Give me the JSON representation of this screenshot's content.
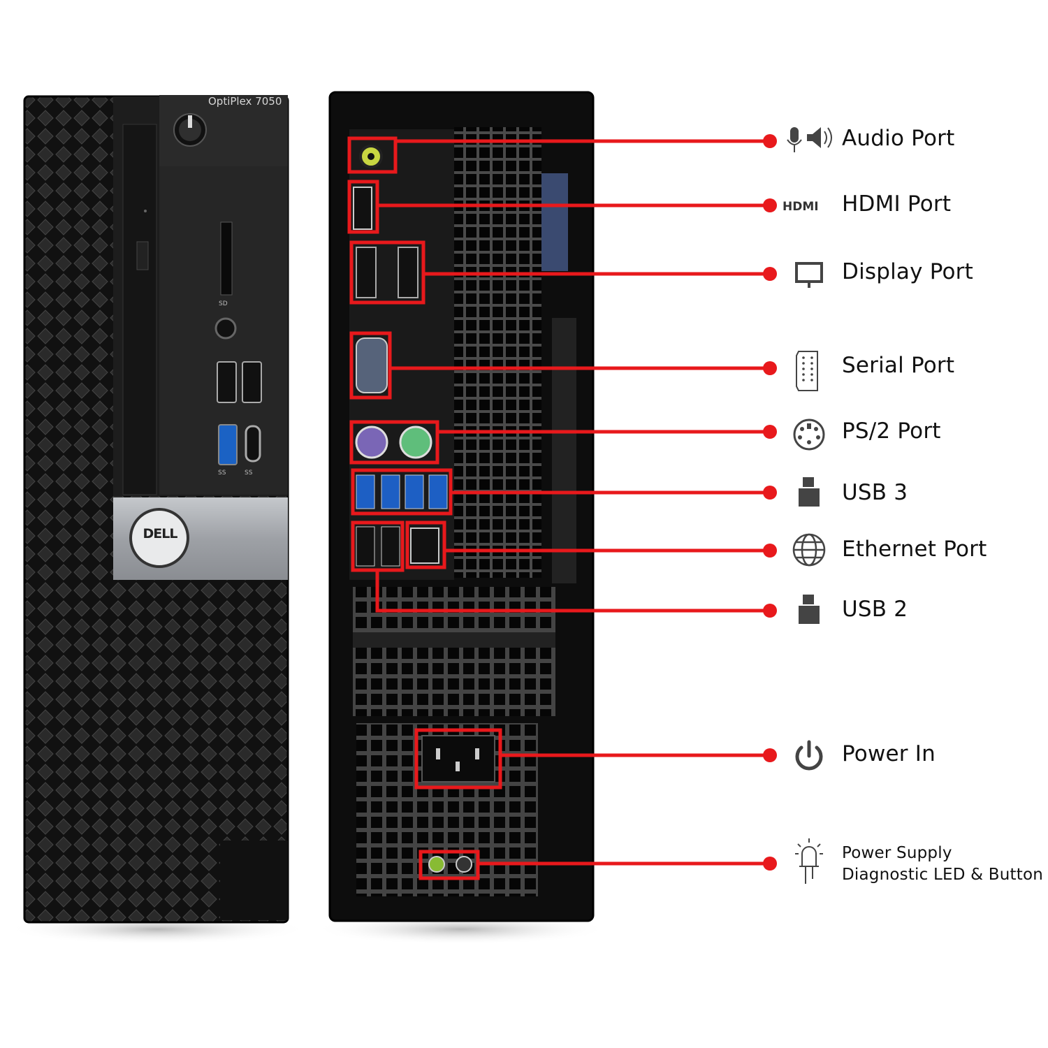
{
  "product": {
    "model": "OptiPlex 7050",
    "brand_logo": "DELL",
    "front_labels": {
      "sd": "SD",
      "port_labels": [
        "SS",
        "SS"
      ]
    }
  },
  "colors": {
    "accent": "#e8191c",
    "chassis": "#1a1a1a",
    "logo_panel": "#a9acb1"
  },
  "callouts": [
    {
      "id": "audio",
      "label": "Audio Port",
      "icon": "mic-speaker-icon"
    },
    {
      "id": "hdmi",
      "label": "HDMI Port",
      "icon": "hdmi-logo-icon",
      "icon_text": "HDMI"
    },
    {
      "id": "display",
      "label": "Display Port",
      "icon": "monitor-icon"
    },
    {
      "id": "serial",
      "label": "Serial Port",
      "icon": "serial-port-icon"
    },
    {
      "id": "ps2",
      "label": "PS/2 Port",
      "icon": "ps2-port-icon"
    },
    {
      "id": "usb3",
      "label": "USB 3",
      "icon": "usb-stick-icon"
    },
    {
      "id": "ethernet",
      "label": "Ethernet Port",
      "icon": "globe-icon"
    },
    {
      "id": "usb2",
      "label": "USB 2",
      "icon": "usb-stick-icon"
    },
    {
      "id": "power",
      "label": "Power In",
      "icon": "power-icon"
    },
    {
      "id": "psu",
      "label_line1": "Power Supply",
      "label_line2": "Diagnostic LED & Button",
      "icon": "led-bulb-icon"
    }
  ]
}
